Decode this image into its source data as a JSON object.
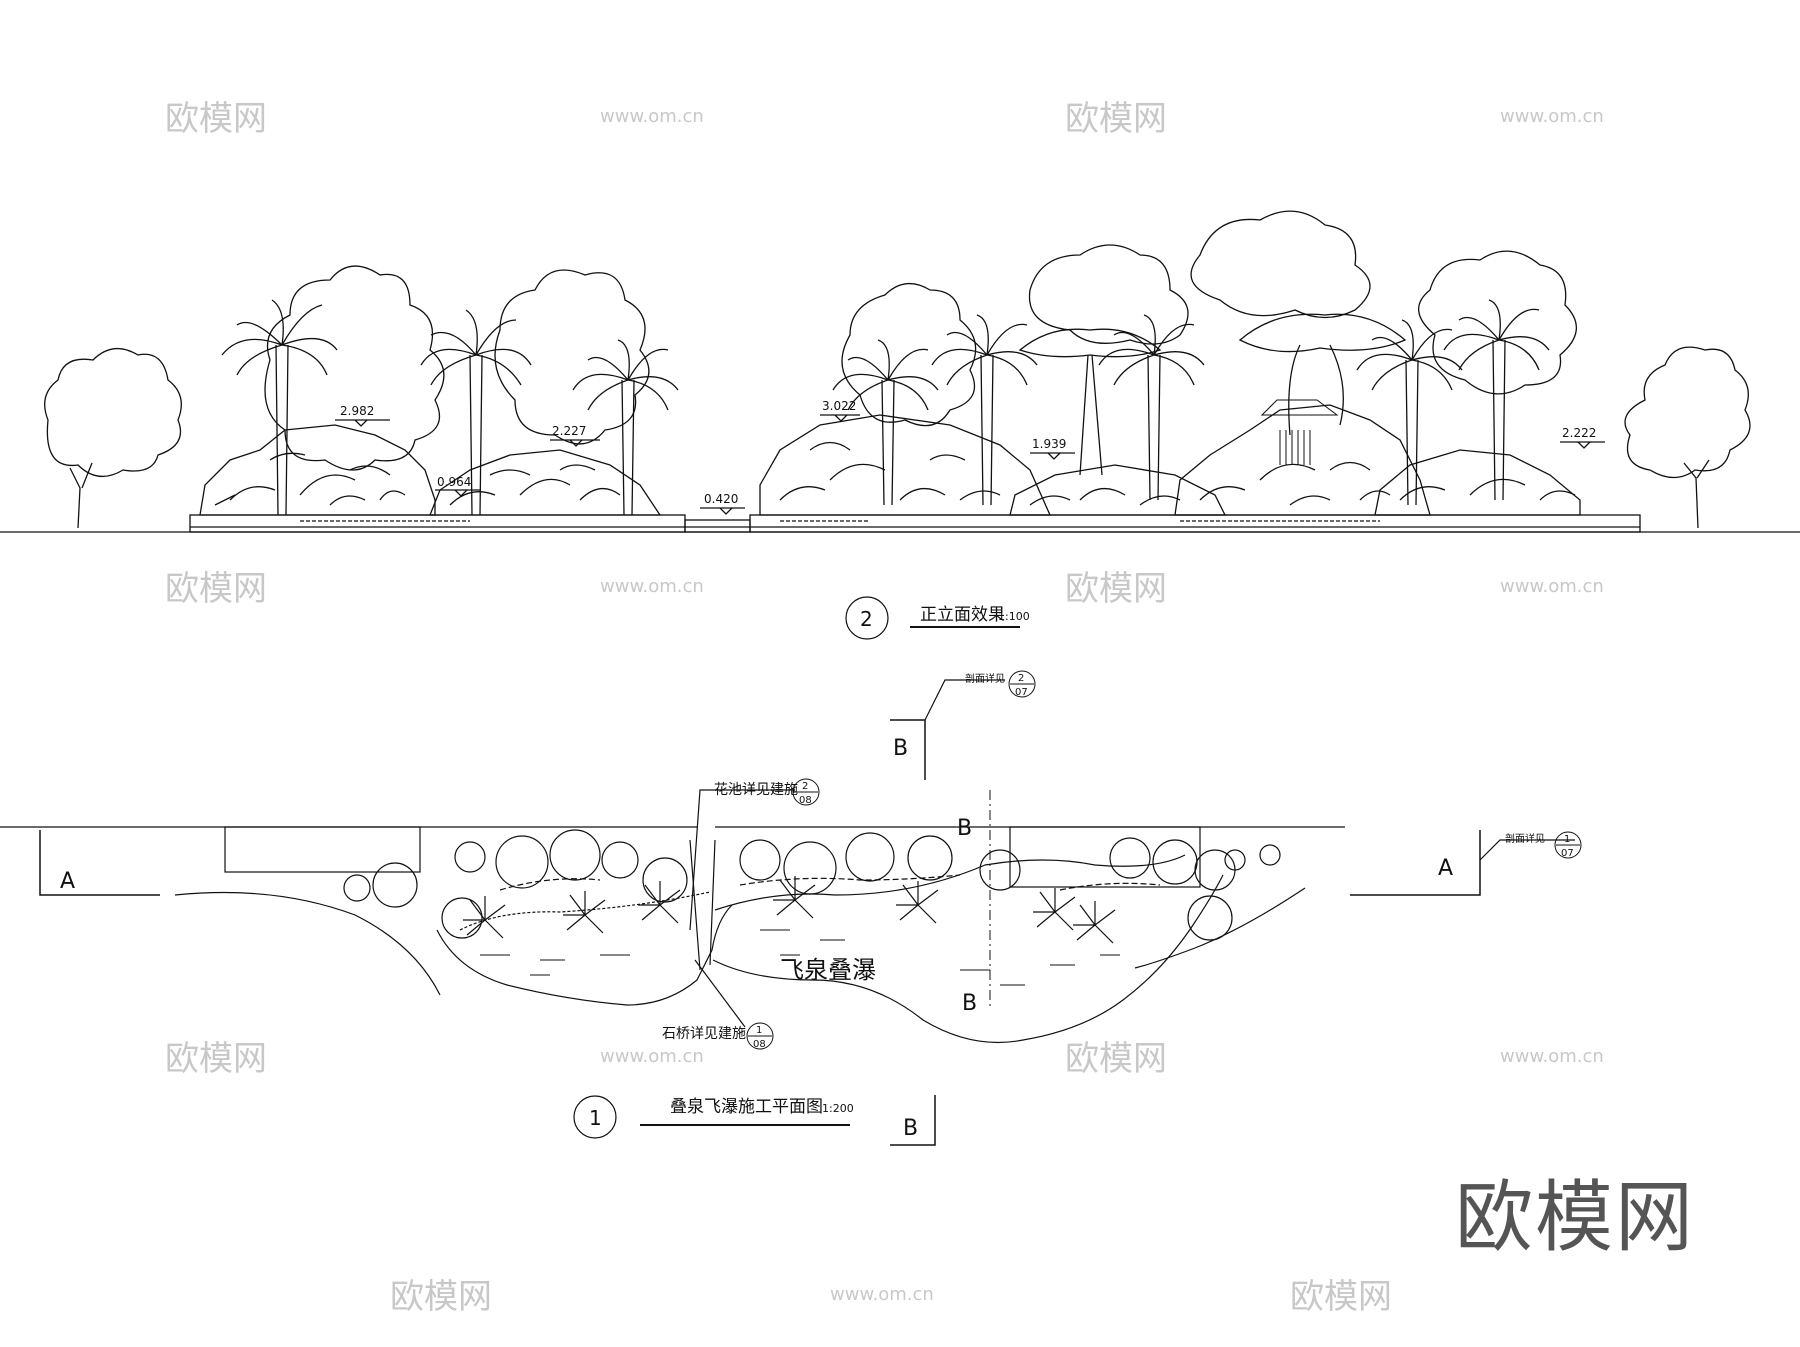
{
  "elevation": {
    "title_number": "2",
    "title_text": "正立面效果",
    "scale_text": "1:100",
    "levels": [
      "2.982",
      "0.964",
      "2.227",
      "0.420",
      "3.022",
      "1.939",
      "2.222"
    ]
  },
  "plan": {
    "title_number": "1",
    "title_text": "叠泉飞瀑施工平面图",
    "scale_text": "1:200",
    "water_label": "飞泉叠瀑",
    "section_a_label": "A",
    "section_b_label": "B",
    "flower_bed_note": "花池详见建施",
    "flower_bed_ref": {
      "num": "2",
      "sheet": "08"
    },
    "bridge_note": "石桥详见建施",
    "bridge_ref": {
      "num": "1",
      "sheet": "08"
    },
    "section_b_note": "剖面详见",
    "section_b_ref": {
      "num": "2",
      "sheet": "07"
    },
    "section_a_note": "剖面详见",
    "section_a_ref": {
      "num": "1",
      "sheet": "07"
    }
  },
  "watermarks": {
    "brand_text": "欧模网",
    "site_text": "www.om.cn",
    "corner_text": "欧模网"
  }
}
